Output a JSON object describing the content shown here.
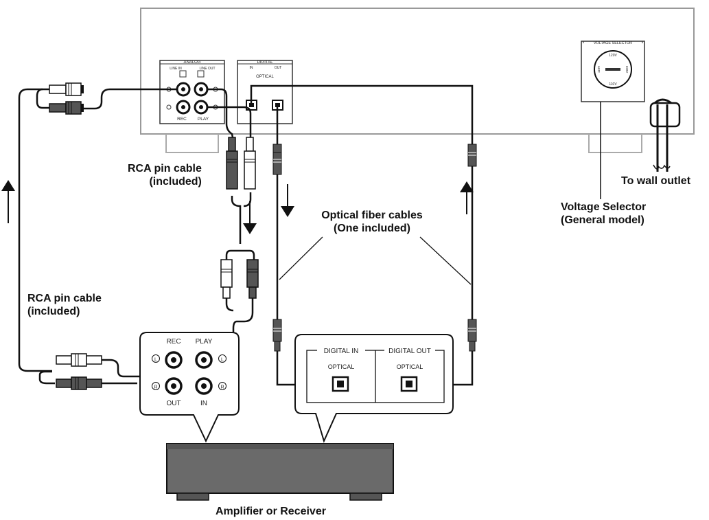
{
  "labels": {
    "rca_top": [
      "RCA pin cable",
      "(included)"
    ],
    "rca_left": [
      "RCA pin cable",
      "(included)"
    ],
    "optical": [
      "Optical fiber cables",
      "(One included)"
    ],
    "wall": "To wall outlet",
    "voltage": [
      "Voltage Selector",
      "(General model)"
    ],
    "amp": "Amplifier or Receiver"
  },
  "device_panel": {
    "analog": "ANALOG",
    "line_in": "LINE IN",
    "line_out": "LINE OUT",
    "rec": "REC",
    "play": "PLAY",
    "digital": "DIGITAL",
    "in": "IN",
    "out": "OUT",
    "optical": "OPTICAL",
    "voltage_selector": "VOLTAGE SELECTOR",
    "dial_top": "120V",
    "dial_left": "110V",
    "dial_right": "220V",
    "dial_bottom": "110V"
  },
  "amp_panel": {
    "rec": "REC",
    "play": "PLAY",
    "out": "OUT",
    "in": "IN",
    "l": "L",
    "r": "R",
    "digital_in": "DIGITAL IN",
    "digital_out": "DIGITAL OUT",
    "optical_in": "OPTICAL",
    "optical_out": "OPTICAL"
  }
}
